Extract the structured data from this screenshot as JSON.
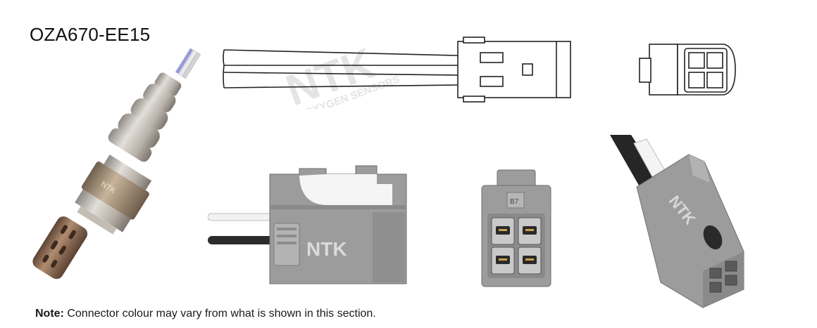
{
  "product": {
    "part_number": "OZA670-EE15",
    "brand_mark": "NTK"
  },
  "watermark": {
    "brand": "NTK",
    "tagline": "OXYGEN SENSORS"
  },
  "connector_labels": {
    "side_view": "NTK",
    "diagonal_view": "NTK",
    "face_code": "B7"
  },
  "note": {
    "label": "Note:",
    "text": " Connector colour may vary from what is shown in this section."
  },
  "colors": {
    "connector_grey": "#9c9c9c",
    "connector_dark": "#7f7f7f",
    "sensor_steel": "#c9c4bd",
    "sensor_brass": "#9e8a72",
    "sensor_tip": "#8b6a52"
  }
}
